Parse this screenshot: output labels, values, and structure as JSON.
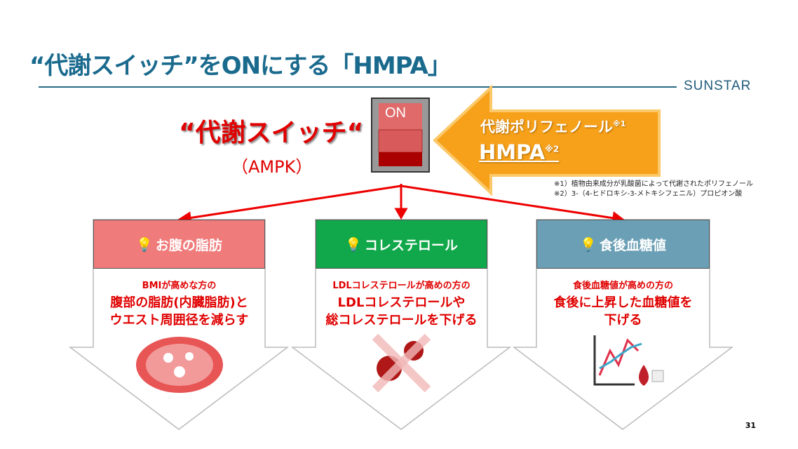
{
  "title": "“代謝スイッチ”をONにする「HMPA」",
  "logo": "SUNSTAR",
  "switch": {
    "title": "“代謝スイッチ“",
    "subtitle": "（AMPK）",
    "label": "ON"
  },
  "arrow": {
    "line1": "代謝ポリフェノール",
    "sup1": "※1",
    "line2": "HMPA",
    "sup2": "※2"
  },
  "notes": [
    "※1）植物由来成分が乳酸菌によって代謝されたポリフェノール",
    "※2）3-（4-ヒドロキシ-3-メトキシフェニル）プロピオン酸"
  ],
  "columns": [
    {
      "header": "お腹の脂肪",
      "color": "#f07b7b",
      "small": "BMIが高めな方の",
      "big": [
        "腹部の脂肪(内臓脂肪)と",
        "ウエスト周囲径を減らす"
      ],
      "icon": "belly-fat-icon"
    },
    {
      "header": "コレステロール",
      "color": "#10a84a",
      "small": "LDLコレステロールが高めの方の",
      "big": [
        "LDLコレステロールや",
        "総コレステロールを下げる"
      ],
      "icon": "cholesterol-cross-icon"
    },
    {
      "header": "食後血糖値",
      "color": "#6a9fb5",
      "small": "食後血糖値が高めの方の",
      "big": [
        "食後に上昇した血糖値を",
        "下げる"
      ],
      "icon": "blood-sugar-chart-icon"
    }
  ],
  "page_number": "31"
}
